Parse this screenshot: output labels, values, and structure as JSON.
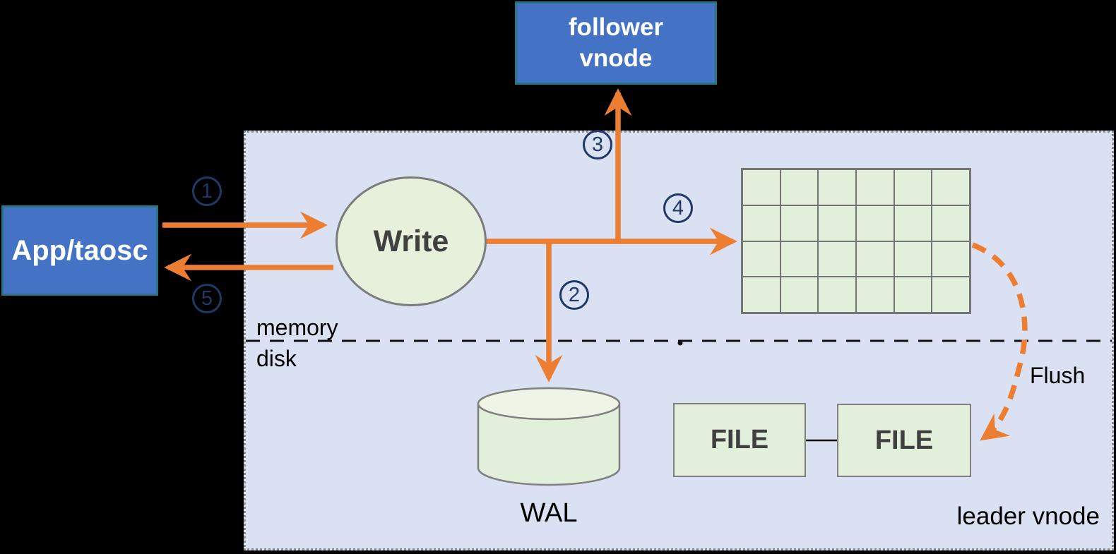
{
  "nodes": {
    "follower_vnode": "follower vnode",
    "app_taosc": "App/taosc",
    "write": "Write",
    "wal": "WAL",
    "file_left": "FILE",
    "file_right": "FILE"
  },
  "labels": {
    "memory": "memory",
    "disk": "disk",
    "flush": "Flush",
    "leader_vnode": "leader vnode"
  },
  "steps": {
    "s1": "1",
    "s2": "2",
    "s3": "3",
    "s4": "4",
    "s5": "5"
  },
  "grid": {
    "rows": 4,
    "cols": 6
  },
  "colors": {
    "background": "#000000",
    "region_fill": "#DAE1F3",
    "region_border": "#8C8C8C",
    "node_blue_fill": "#4472C4",
    "node_blue_border": "#2A7384",
    "node_green_fill": "#E2EFDA",
    "cylinder_top_fill": "#EFF5E6",
    "node_green_border": "#7F7F7F",
    "arrow_orange": "#ED7D31",
    "step_navy": "#1F3864",
    "text_dark": "#404040",
    "text_black": "#000000"
  }
}
